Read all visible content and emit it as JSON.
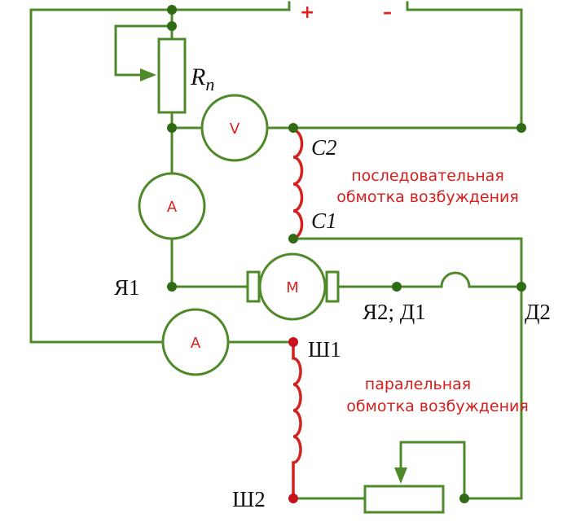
{
  "supply": {
    "plus": "+",
    "minus": "–"
  },
  "rheostat": {
    "symbol": "R",
    "subscript": "п"
  },
  "meters": {
    "voltmeter": "V",
    "ammeter_top": "А",
    "ammeter_bottom": "А"
  },
  "motor": {
    "label": "М"
  },
  "terminals": {
    "c2": "С2",
    "c1": "С1",
    "ya1": "Я1",
    "ya2_d1": "Я2; Д1",
    "d2": "Д2",
    "sh1": "Ш1",
    "sh2": "Ш2"
  },
  "series_winding": {
    "line1": "последовательная",
    "line2": "обмотка возбуждения"
  },
  "parallel_winding": {
    "line1": "паралельная",
    "line2": "обмотка возбуждения"
  },
  "colors": {
    "wire": "#4f8a2a",
    "winding": "#d5201d",
    "label_red": "#e0201d"
  }
}
